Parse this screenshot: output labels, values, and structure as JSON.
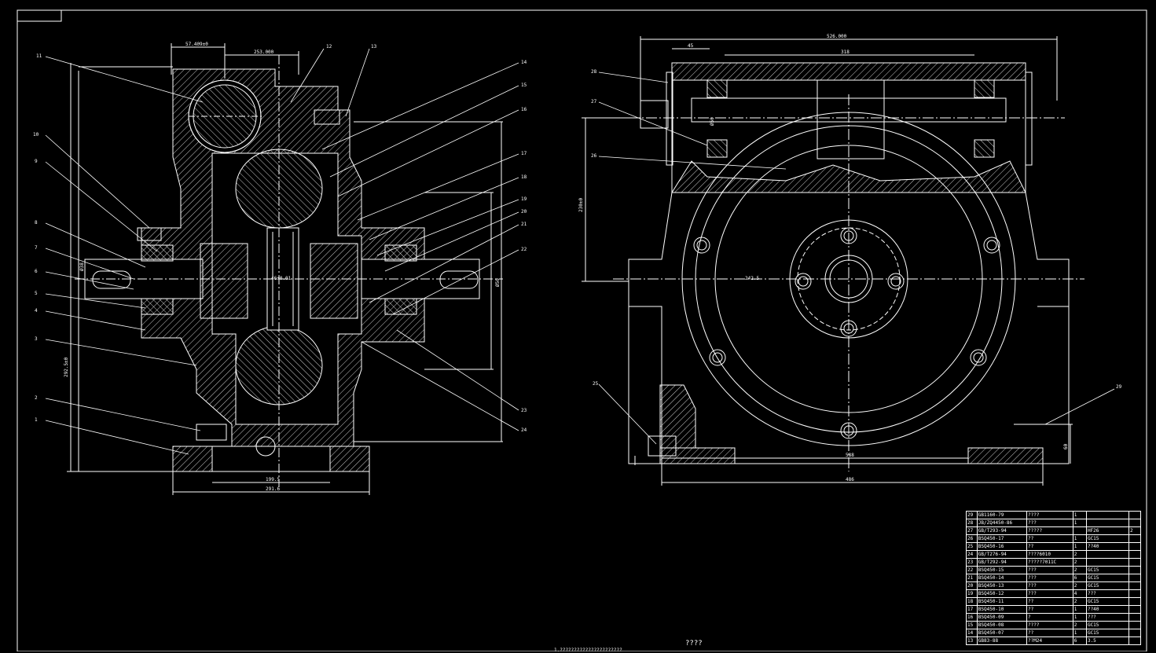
{
  "colors": {
    "background": "#000000",
    "line": "#ffffff"
  },
  "left_view": {
    "dims": {
      "top_small": "57.409±0",
      "top_wide": "253.000",
      "bottom_inner": "199.5",
      "bottom_outer": "291.6",
      "center_fit": "46±0.01",
      "left_vertical": "292.5±0",
      "left_fit": "Ø38",
      "right_fit": "Ø50"
    },
    "part_numbers_left": [
      "11",
      "10",
      "9",
      "8",
      "7",
      "6",
      "5",
      "4",
      "3",
      "2",
      "1"
    ],
    "part_numbers_right": [
      "12",
      "13",
      "14",
      "15",
      "16",
      "17",
      "18",
      "19",
      "20",
      "21",
      "22",
      "23",
      "24"
    ]
  },
  "right_view": {
    "dims": {
      "top_overall": "526.000",
      "top_small": "45",
      "top_inner": "318",
      "vertical": "230±0",
      "center_height": "242.5",
      "bottom_inner": "588",
      "bottom_outer": "486",
      "small_right": "60",
      "shaft": "Ø50"
    },
    "part_numbers": [
      "28",
      "27",
      "26",
      "25",
      "29"
    ]
  },
  "title_block": {
    "rows": [
      [
        "29",
        "GB1160-79",
        "????",
        "1",
        "",
        ""
      ],
      [
        "28",
        "JB/ZQ4450-86",
        "???",
        "1",
        "",
        ""
      ],
      [
        "27",
        "GB/T293-94",
        "?????",
        "",
        "HF26",
        "2"
      ],
      [
        "26",
        "BSQ450-17",
        "??",
        "1",
        "GC15",
        ""
      ],
      [
        "25",
        "BSQ450-16",
        "??",
        "1",
        "??40",
        ""
      ],
      [
        "24",
        "GB/T276-94",
        "????6010",
        "2",
        "",
        ""
      ],
      [
        "23",
        "GB/T292-94",
        "?????7011C",
        "2",
        "",
        ""
      ],
      [
        "22",
        "BSQ450-15",
        "???",
        "2",
        "GC15",
        ""
      ],
      [
        "21",
        "BSQ450-14",
        "???",
        "6",
        "GC15",
        ""
      ],
      [
        "20",
        "BSQ450-13",
        "???",
        "2",
        "GC15",
        ""
      ],
      [
        "19",
        "BSQ450-12",
        "???",
        "4",
        "???",
        ""
      ],
      [
        "18",
        "BSQ450-11",
        "??",
        "2",
        "GC15",
        ""
      ],
      [
        "17",
        "BSQ450-10",
        "??",
        "1",
        "??40",
        ""
      ],
      [
        "16",
        "BSQ450-09",
        "?",
        "1",
        "???",
        ""
      ],
      [
        "15",
        "BSQ450-08",
        "????",
        "2",
        "GC15",
        ""
      ],
      [
        "14",
        "BSQ450-07",
        "??",
        "1",
        "GC15",
        ""
      ],
      [
        "13",
        "GB83-88",
        "??M24",
        "6",
        "3.5",
        ""
      ]
    ],
    "center_caption": "????",
    "bottom_caption": "1.??????????????????????"
  }
}
